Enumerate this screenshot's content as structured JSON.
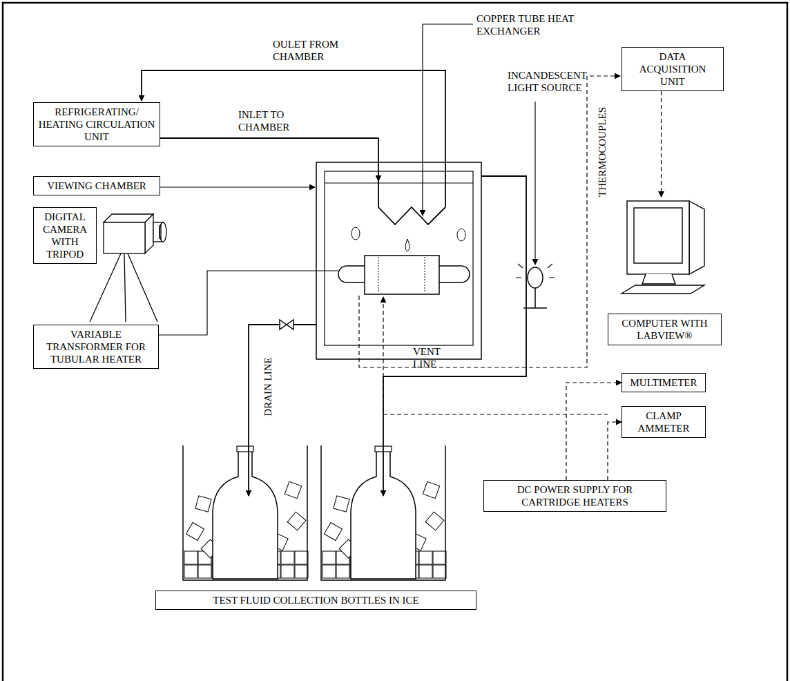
{
  "diagram": {
    "nodes": [
      {
        "text": [
          "REFRIGERATING/ HEATING CIRCULATION UNIT"
        ]
      },
      {
        "text": [
          "VIEWING CHAMBER"
        ]
      },
      {
        "text": [
          "DIGITAL CAMERA WITH TRIPOD"
        ]
      },
      {
        "text": [
          "VARIABLE TRANSFORMER FOR TUBULAR HEATER"
        ]
      },
      {
        "text": [
          "DATA ACQUISITION UNIT"
        ]
      },
      {
        "text": [
          "COMPUTER WITH LABVIEW®"
        ]
      },
      {
        "text": [
          "MULTIMETER"
        ]
      },
      {
        "text": [
          "CLAMP AMMETER"
        ]
      },
      {
        "text": [
          "DC POWER SUPPLY FOR CARTRIDGE HEATERS"
        ]
      },
      {
        "text": [
          "TEST FLUID COLLECTION BOTTLES IN ICE"
        ]
      }
    ],
    "edges": [
      {
        "from": 4,
        "to": 5,
        "arrow": "to"
      },
      {
        "from": 8,
        "to": 6,
        "arrow": "to"
      },
      {
        "from": 8,
        "to": 7,
        "arrow": "to"
      }
    ],
    "labels": [
      "COPPER TUBE HEAT EXCHANGER",
      "OULET FROM CHAMBER",
      "INLET TO CHAMBER",
      "INCANDESCENT LIGHT SOURCE",
      "THERMOCOUPLES",
      "DRAIN LINE",
      "VENT LINE"
    ]
  }
}
